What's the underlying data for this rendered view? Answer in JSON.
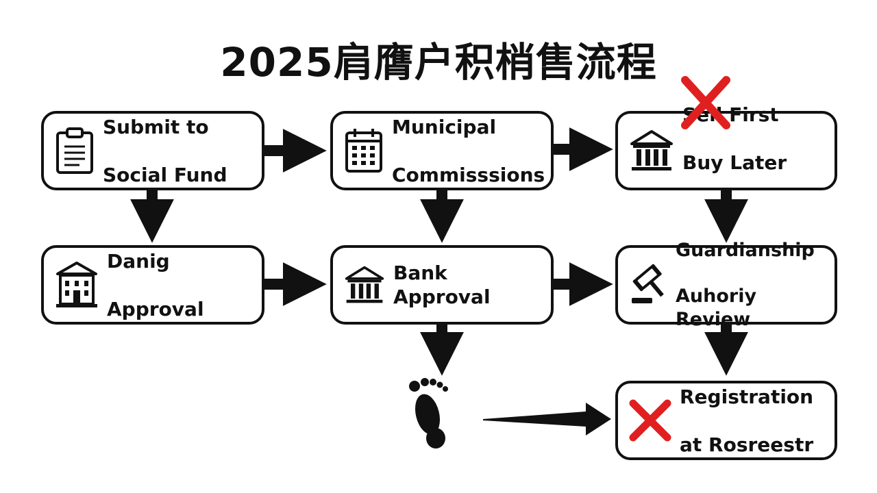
{
  "title": "2025肩膺户积梢售流程",
  "nodes": {
    "submit": {
      "line1": "Submit to",
      "line2": "Social Fund",
      "icon": "clipboard-icon"
    },
    "municipal": {
      "line1": "Municipal",
      "line2": "Commisssions",
      "icon": "calendar-icon"
    },
    "sell": {
      "line1": "Sell First",
      "line2": "Buy Later",
      "icon": "bank-building-icon",
      "mark": "red-x-icon"
    },
    "danig": {
      "line1": "Danig",
      "line2": "Approval",
      "icon": "building-icon"
    },
    "bank": {
      "line1": "Bank Approval",
      "icon": "bank-building-icon"
    },
    "guardianship": {
      "line1": "Guardianship",
      "line2": "Auhoriy Review",
      "icon": "gavel-icon"
    },
    "registration": {
      "line1": "Registration",
      "line2": "at Rosreestr",
      "icon": "red-x-icon"
    }
  },
  "misc": {
    "footprint_icon": "footprint-icon"
  },
  "colors": {
    "stroke": "#111111",
    "accent_red": "#e02020",
    "background": "#ffffff"
  }
}
